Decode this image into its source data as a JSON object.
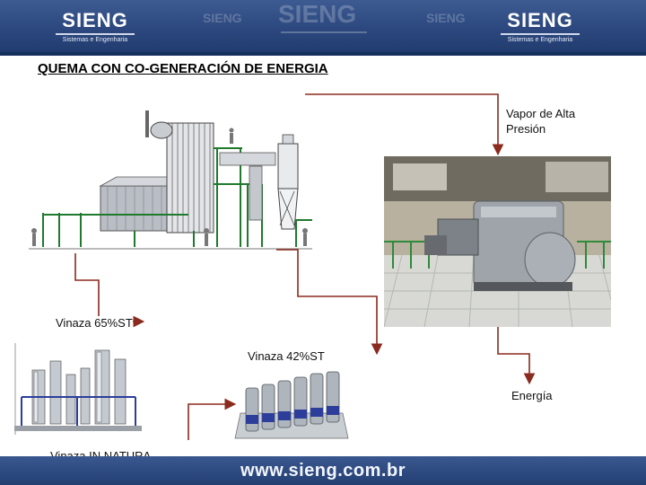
{
  "brand": {
    "name": "SIENG",
    "subtitle": "Sistemas e Engenharia"
  },
  "page": {
    "title": "QUEMA CON CO-GENERACIÓN DE ENERGIA",
    "website": "www.sieng.com.br"
  },
  "diagram": {
    "labels": {
      "steam": "Vapor de Alta Presión",
      "steam_line1": "Vapor de Alta",
      "steam_line2": "Presión",
      "vinasse_65": "Vinaza 65%ST",
      "vinasse_42": "Vinaza 42%ST",
      "energy": "Energía",
      "vinasse_natura": "Vinaza IN NATURA"
    },
    "images": [
      "boiler-plant",
      "turbine-generator-room",
      "evaporator-plant",
      "concentrator-vessels"
    ],
    "connector_color": "#8b2a1e"
  }
}
